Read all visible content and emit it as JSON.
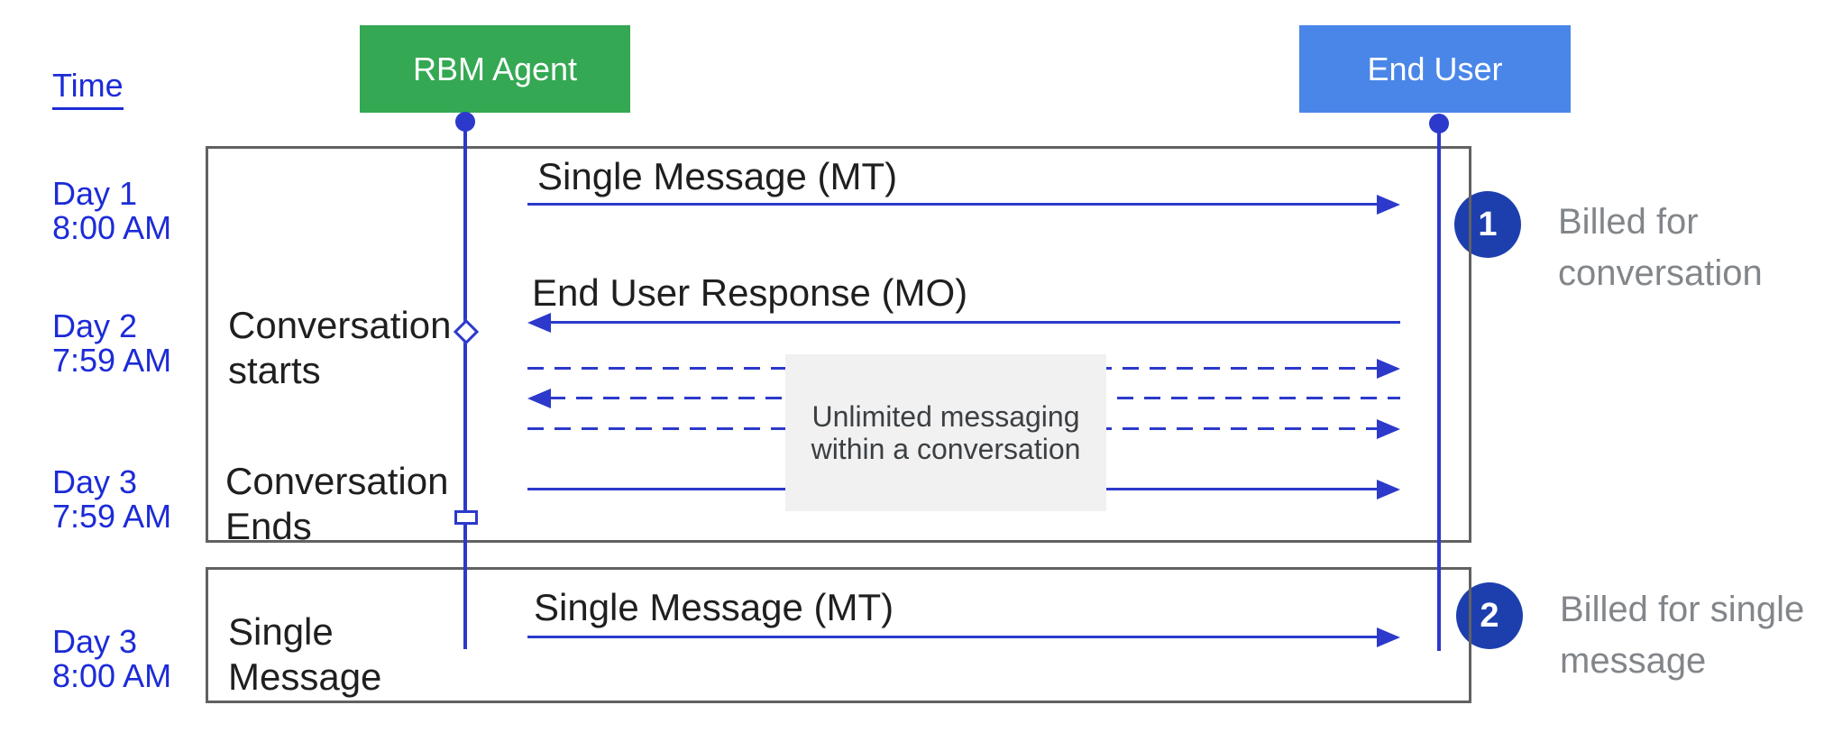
{
  "header": {
    "time_label": "Time"
  },
  "actors": {
    "agent": {
      "label": "RBM Agent"
    },
    "user": {
      "label": "End User"
    }
  },
  "timeline": [
    {
      "line1": "Day 1",
      "line2": "8:00 AM"
    },
    {
      "line1": "Day 2",
      "line2": "7:59 AM"
    },
    {
      "line1": "Day 3",
      "line2": "7:59 AM"
    },
    {
      "line1": "Day 3",
      "line2": "8:00 AM"
    }
  ],
  "phases": {
    "conversation_starts": {
      "line1": "Conversation",
      "line2": "starts"
    },
    "conversation_ends": {
      "line1": "Conversation",
      "line2": "Ends"
    },
    "single_message": {
      "line1": "Single",
      "line2": "Message"
    }
  },
  "messages": {
    "mt_top": "Single Message (MT)",
    "mo": "End User Response (MO)",
    "mt_bottom": "Single Message (MT)"
  },
  "note": {
    "line1": "Unlimited messaging",
    "line2": "within a conversation"
  },
  "billing": [
    {
      "num": "1",
      "line1": "Billed for",
      "line2": "conversation"
    },
    {
      "num": "2",
      "line1": "Billed for single",
      "line2": "message"
    }
  ],
  "colors": {
    "agent_green": "#34a853",
    "user_blue": "#4a86e8",
    "line_blue": "#2c39cb",
    "label_blue": "#1c2bd7",
    "badge_blue": "#1d3fae",
    "border_gray": "#616161",
    "note_bg": "#f1f1f2",
    "note_text": "#3c4043",
    "text_black": "#1f1f1f",
    "text_gray": "#82868a"
  }
}
